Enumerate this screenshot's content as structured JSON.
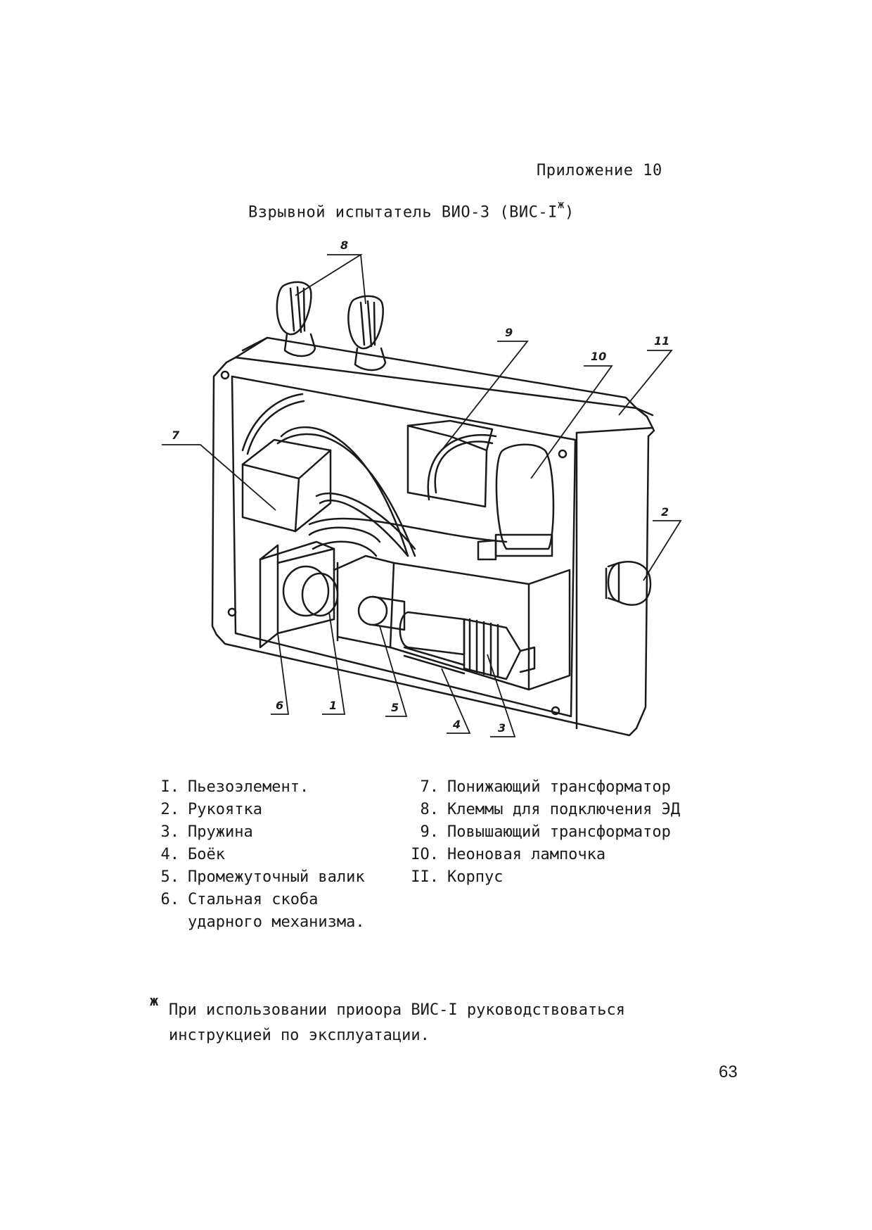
{
  "header": {
    "appendix": "Приложение 10",
    "title": "Взрывной испытатель ВИО-3 (ВИС-I",
    "title_mark": "ж",
    "title_close": ")"
  },
  "diagram": {
    "callouts": [
      "8",
      "9",
      "10",
      "11",
      "7",
      "2",
      "6",
      "1",
      "5",
      "4",
      "3"
    ]
  },
  "legend_left": [
    {
      "num": "I.",
      "text": "Пьезоэлемент."
    },
    {
      "num": "2.",
      "text": "Рукоятка"
    },
    {
      "num": "3.",
      "text": "Пружина"
    },
    {
      "num": "4.",
      "text": "Боёк"
    },
    {
      "num": "5.",
      "text": "Промежуточный валик"
    },
    {
      "num": "6.",
      "text": "Стальная скоба"
    }
  ],
  "legend_left_cont": "ударного механизма.",
  "legend_right": [
    {
      "num": "7.",
      "text": "Понижающий трансформатор"
    },
    {
      "num": "8.",
      "text": "Клеммы для подключения ЭД"
    },
    {
      "num": "9.",
      "text": "Повышающий трансформатор"
    },
    {
      "num": "IO.",
      "text": "Неоновая лампочка"
    },
    {
      "num": "II.",
      "text": "Корпус"
    }
  ],
  "footnote": {
    "mark": "ж",
    "line1": "При использовании приоора ВИС-I руководствоваться",
    "line2": "инструкцией по эксплуатации."
  },
  "page_number": "63"
}
